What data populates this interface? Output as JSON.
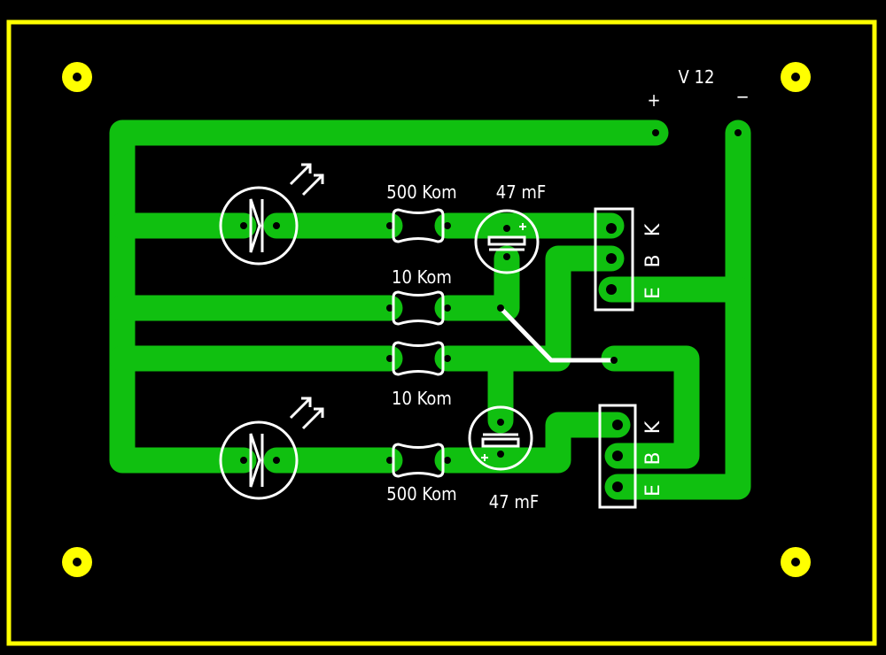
{
  "board": {
    "power_label": "V 12",
    "plus_sign": "+",
    "minus_sign": "−"
  },
  "resistors": [
    {
      "label": "500 Kom"
    },
    {
      "label": "10 Kom"
    },
    {
      "label": "10 Kom"
    },
    {
      "label": "500 Kom"
    }
  ],
  "capacitors": [
    {
      "label": "47 mF"
    },
    {
      "label": "47 mF"
    }
  ],
  "transistors": [
    {
      "pins": [
        "K",
        "B",
        "E"
      ]
    },
    {
      "pins": [
        "K",
        "B",
        "E"
      ]
    }
  ],
  "colors": {
    "trace": "#10c010",
    "silkscreen": "#ffffff",
    "outline": "#ffff00",
    "background": "#000000"
  }
}
